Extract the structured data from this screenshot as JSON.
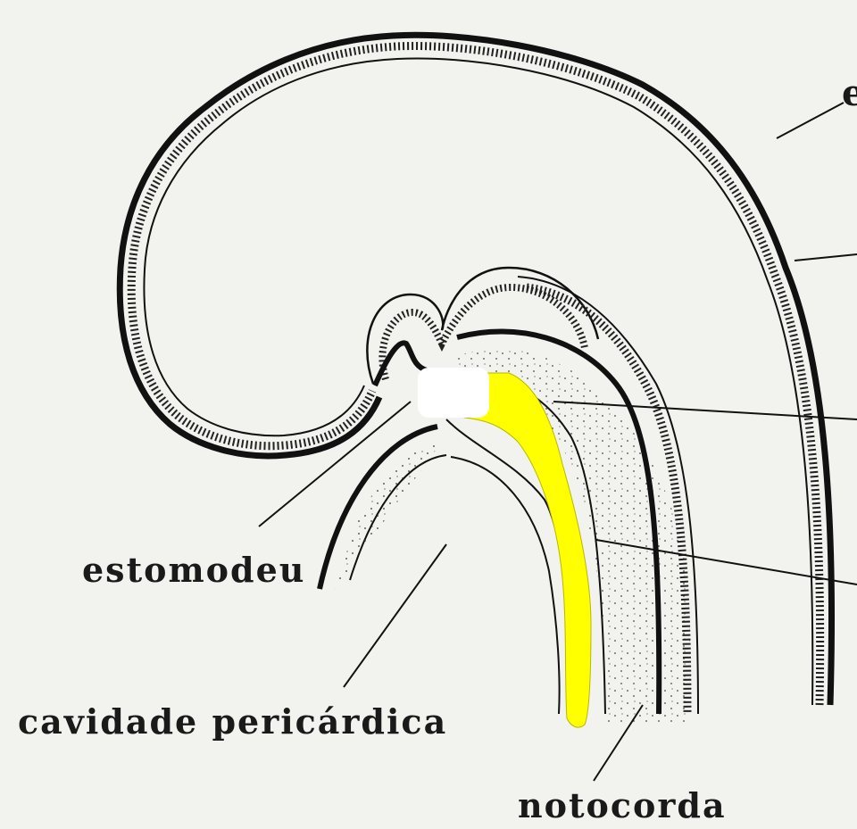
{
  "labels": {
    "top_right_partial": "e",
    "stomodeum": "estomodeu",
    "pericardial_cavity": "cavidade pericárdica",
    "notochord": "notocorda"
  },
  "colors": {
    "background": "#f2f2ef",
    "ink": "#1a1a1a",
    "highlight": "#ffff00",
    "highlight_outline": "#b8b800",
    "mask": "#ffffff"
  }
}
